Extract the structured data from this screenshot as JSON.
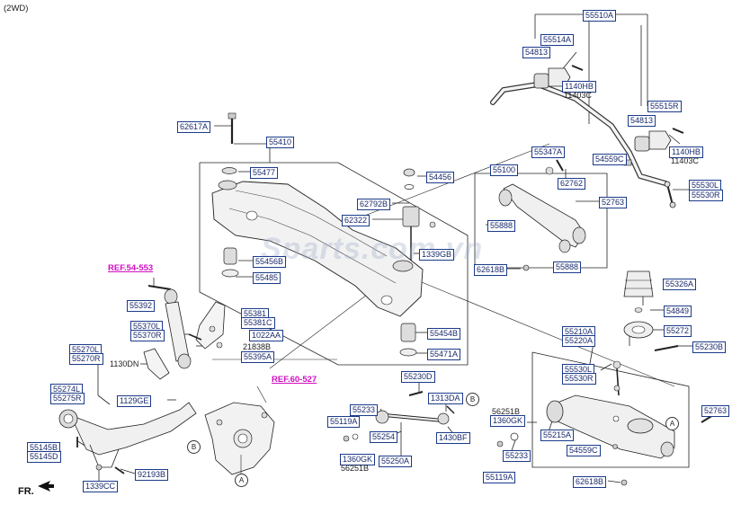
{
  "header": {
    "drive_type": "(2WD)"
  },
  "footer": {
    "direction": "FR."
  },
  "watermark": "Sparts.com.vn",
  "refs": {
    "shock_ref": "REF.54-553",
    "knuckle_ref": "REF.60-527"
  },
  "callouts": {
    "a": "A",
    "b": "B"
  },
  "parts": {
    "p55510A": "55510A",
    "p55514A": "55514A",
    "p54813a": "54813",
    "p1140HBa": "1140HB",
    "p11403Ca": "11403C",
    "p55515R": "55515R",
    "p54813b": "54813",
    "p1140HBb": "1140HB",
    "p11403Cb": "11403C",
    "p62617A": "62617A",
    "p55410": "55410",
    "p55477": "55477",
    "p55347A": "55347A",
    "p62762": "62762",
    "p54456": "54456",
    "p55100": "55100",
    "p54559Ca": "54559C",
    "p55530La": "55530L",
    "p55530Ra": "55530R",
    "p62792B": "62792B",
    "p62322": "62322",
    "p1339GB": "1339GB",
    "p52763a": "52763",
    "p55888a": "55888",
    "p55888b": "55888",
    "p62618Ba": "62618B",
    "p55456B": "55456B",
    "p55485": "55485",
    "p55392": "55392",
    "p55326A": "55326A",
    "p54849": "54849",
    "p55272": "55272",
    "p55381": "55381",
    "p55381C": "55381C",
    "p55370L": "55370L",
    "p55370R": "55370R",
    "p1022AA": "1022AA",
    "p21838B": "21838B",
    "p55395A": "55395A",
    "p55454B": "55454B",
    "p55471A": "55471A",
    "p55210A": "55210A",
    "p55220A": "55220A",
    "p55230B": "55230B",
    "p55270L": "55270L",
    "p55270R": "55270R",
    "p1130DN": "1130DN",
    "p55230D": "55230D",
    "p1313DA": "1313DA",
    "p55530Lb": "55530L",
    "p55530Rb": "55530R",
    "p55274L": "55274L",
    "p55275R": "55275R",
    "p1129GE": "1129GE",
    "p55233a": "55233",
    "p55119Aa": "55119A",
    "p55254": "55254",
    "p1360GKa": "1360GK",
    "p56251Ba": "56251B",
    "p55250A": "55250A",
    "p1430BF": "1430BF",
    "p56251Bb": "56251B",
    "p1360GKb": "1360GK",
    "p55215A": "55215A",
    "p52763b": "52763",
    "p55233b": "55233",
    "p55119Ab": "55119A",
    "p55145B": "55145B",
    "p55145D": "55145D",
    "p92193B": "92193B",
    "p1339CC": "1339CC",
    "p54559Cb": "54559C",
    "p62618Bb": "62618B"
  }
}
